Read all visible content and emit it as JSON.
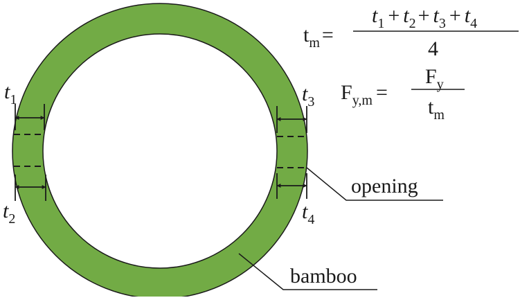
{
  "colors": {
    "bamboo_fill": "#72ab45",
    "stroke": "#1a1a1a",
    "background": "#ffffff"
  },
  "thickness_labels": {
    "t1": {
      "letter": "t",
      "sub": "1"
    },
    "t2": {
      "letter": "t",
      "sub": "2"
    },
    "t3": {
      "letter": "t",
      "sub": "3"
    },
    "t4": {
      "letter": "t",
      "sub": "4"
    }
  },
  "formula_tm": {
    "lhs_symbol": "t",
    "lhs_sub": "m",
    "equals": "=",
    "num_t": "t",
    "num_s1": "1",
    "num_s2": "2",
    "num_s3": "3",
    "num_s4": "4",
    "plus": "+",
    "denominator": "4"
  },
  "formula_fym": {
    "lhs_symbol": "F",
    "lhs_sub": "y,m",
    "equals": "=",
    "num_symbol": "F",
    "num_sub": "y",
    "den_symbol": "t",
    "den_sub": "m"
  },
  "callouts": {
    "opening": "opening",
    "bamboo": "bamboo"
  }
}
